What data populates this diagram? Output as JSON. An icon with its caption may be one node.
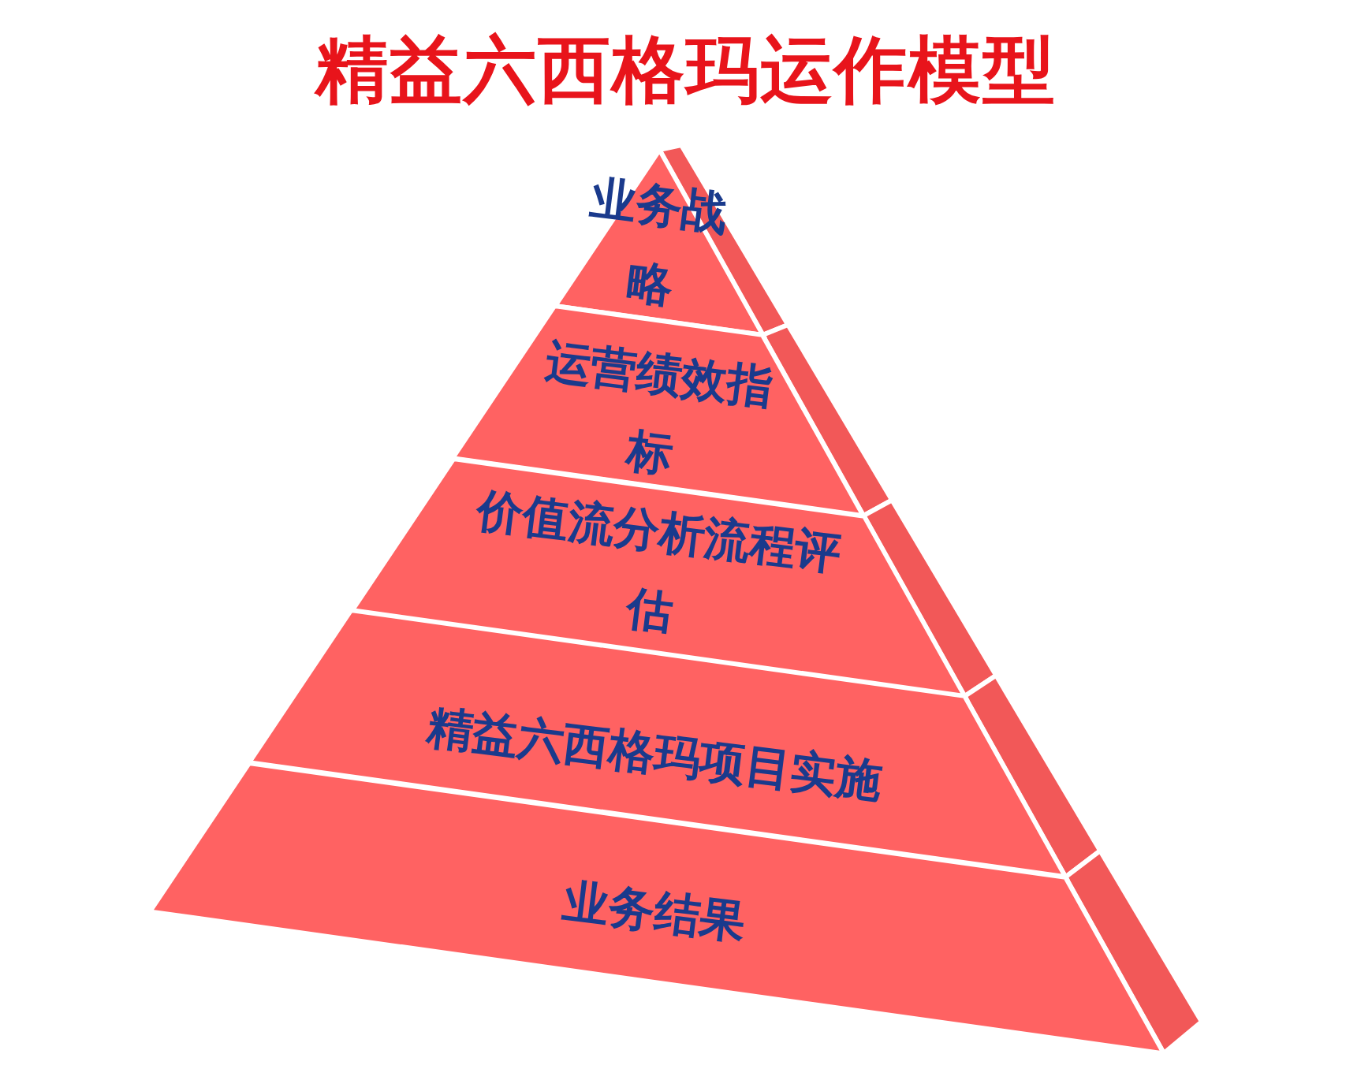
{
  "diagram": {
    "title": "精益六西格玛运作模型",
    "nodes": [
      {
        "text": [
          "业务战略"
        ]
      },
      {
        "text": [
          "运营绩效指标"
        ]
      },
      {
        "text": [
          "价值流分析流程评估"
        ]
      },
      {
        "text": [
          "精益六西格玛项目实施"
        ]
      },
      {
        "text": [
          "业务结果"
        ]
      }
    ]
  }
}
